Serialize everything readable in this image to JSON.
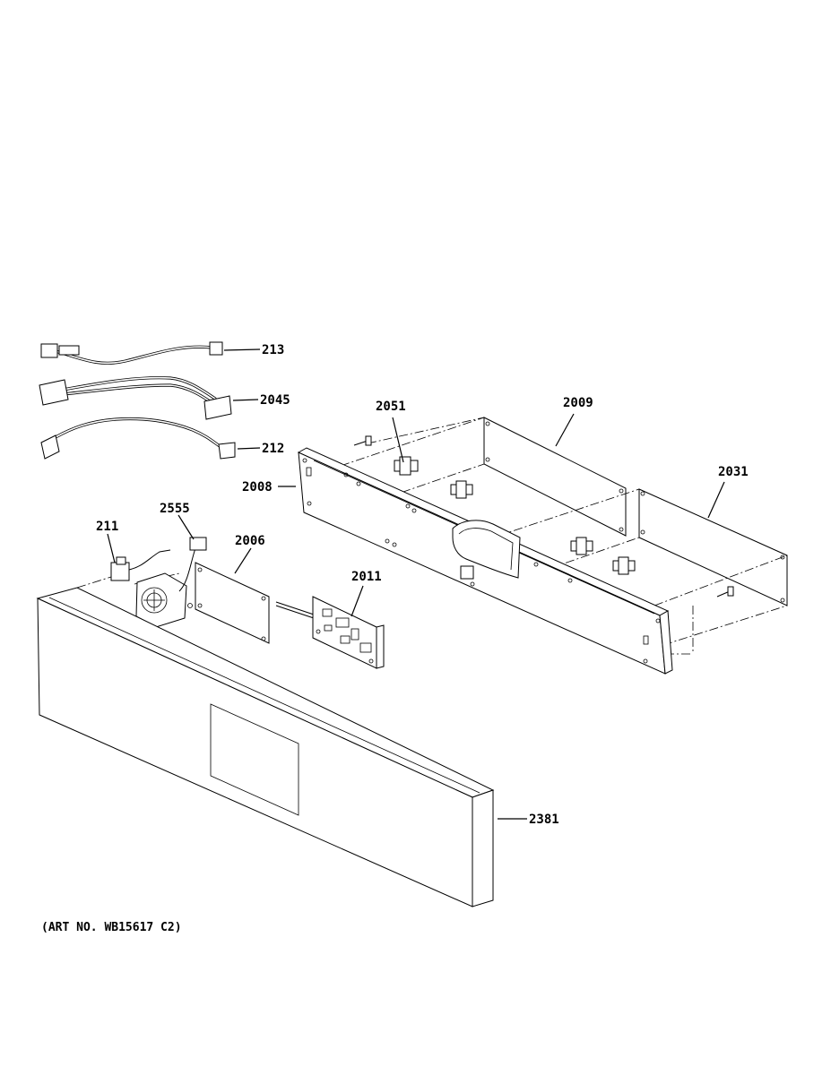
{
  "diagram": {
    "callouts": {
      "p213": "213",
      "p2045": "2045",
      "p212": "212",
      "p2051": "2051",
      "p2009": "2009",
      "p2008": "2008",
      "p2031": "2031",
      "p211": "211",
      "p2555": "2555",
      "p2006": "2006",
      "p2011": "2011",
      "p2381": "2381"
    },
    "art_number": "(ART NO. WB15617 C2)"
  }
}
